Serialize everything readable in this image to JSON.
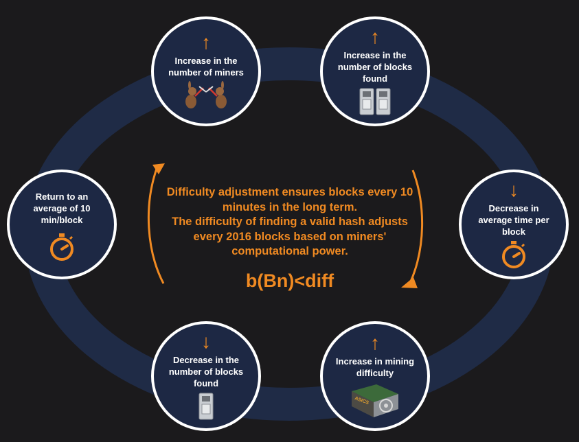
{
  "center": {
    "line1": "Difficulty adjustment ensures blocks every 10",
    "line2": "minutes in the long term.",
    "line3": "The difficulty of finding a valid hash adjusts",
    "line4": "every 2016 blocks based on miners'",
    "line5": "computational power.",
    "formula": "b(Bn)<diff"
  },
  "nodes": [
    {
      "label": "Increase in the number of miners",
      "arrow": "↑",
      "icon": "miners-icon"
    },
    {
      "label": "Increase in the number of blocks found",
      "arrow": "↑",
      "icon": "server-icon"
    },
    {
      "label": "Decrease in average time per block",
      "arrow": "↓",
      "icon": "stopwatch-icon"
    },
    {
      "label": "Increase in mining difficulty",
      "arrow": "↑",
      "icon": "asic-icon"
    },
    {
      "label": "Decrease in the number of blocks found",
      "arrow": "↓",
      "icon": "server-icon"
    },
    {
      "label": "Return to an average of 10 min/block",
      "arrow": "",
      "icon": "stopwatch-icon"
    }
  ],
  "asic_label": "ASICS",
  "colors": {
    "background": "#1b1a1c",
    "ring": "#1f2b46",
    "node_fill": "#1d2844",
    "accent": "#f08a22",
    "node_border": "#ffffff"
  }
}
